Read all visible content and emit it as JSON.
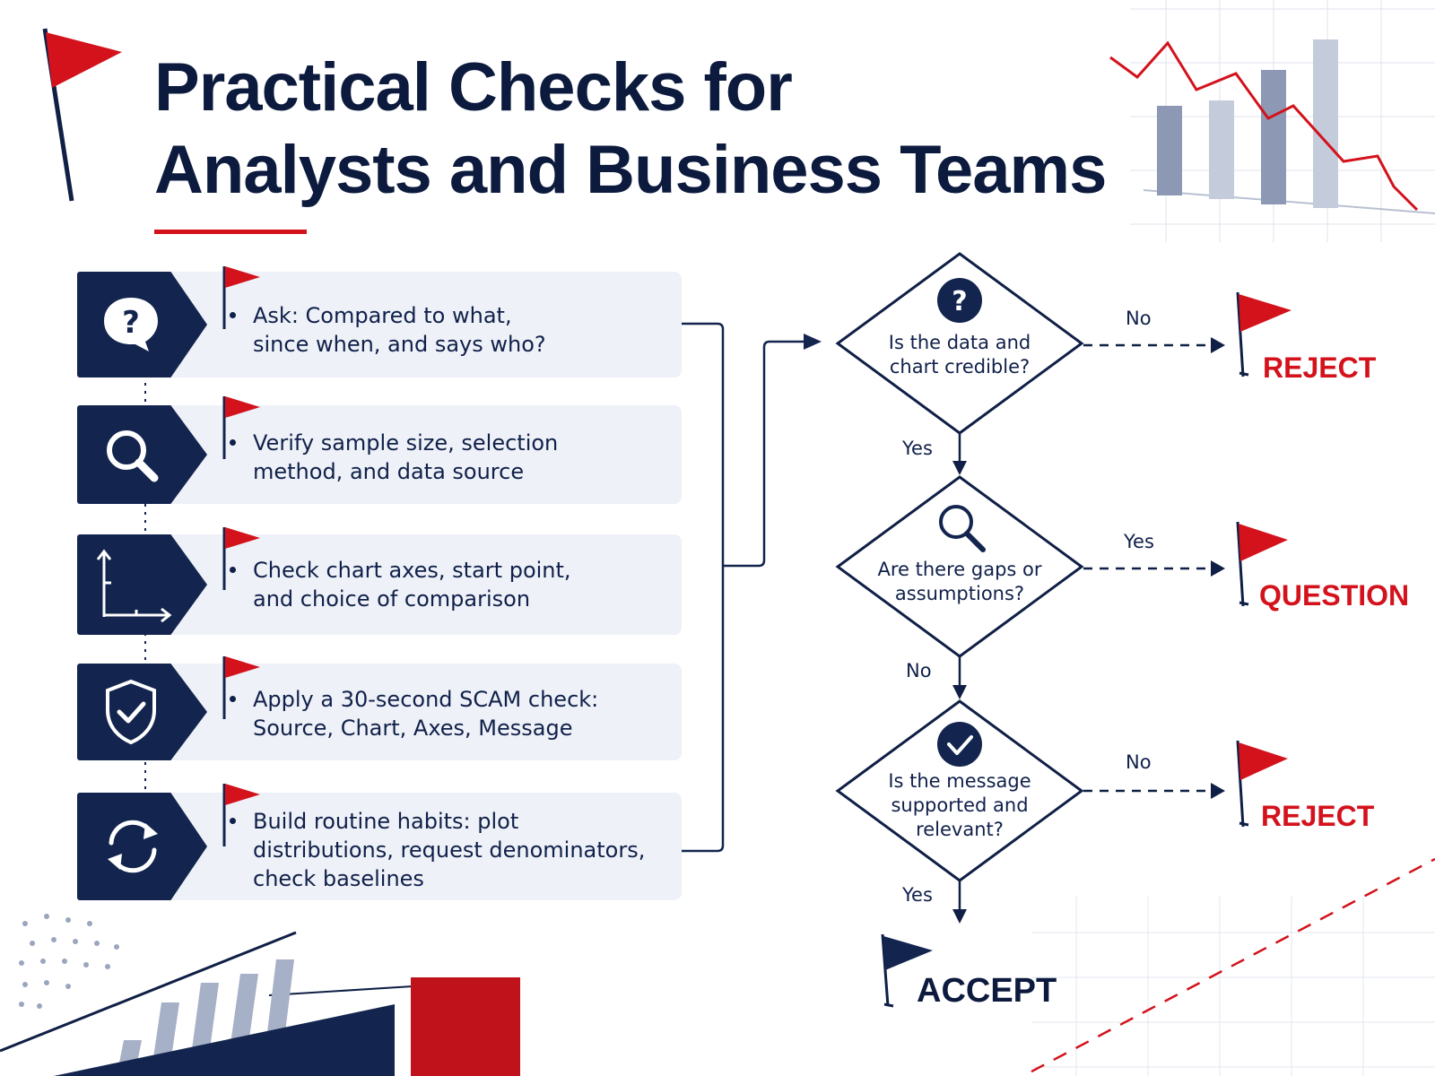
{
  "title": {
    "line1": "Practical Checks for",
    "line2": "Analysts and Business Teams"
  },
  "checks": [
    {
      "icon": "question-bubble-icon",
      "lines": [
        "Ask: Compared to what,",
        "since when, and says who?"
      ]
    },
    {
      "icon": "magnifier-icon",
      "lines": [
        "Verify sample size, selection",
        "method, and data source"
      ]
    },
    {
      "icon": "chart-axes-icon",
      "lines": [
        "Check chart axes, start point,",
        "and choice of comparison"
      ]
    },
    {
      "icon": "shield-check-icon",
      "lines": [
        "Apply a 30-second SCAM check:",
        "Source, Chart, Axes, Message"
      ]
    },
    {
      "icon": "refresh-cycle-icon",
      "lines": [
        "Build routine habits: plot",
        "distributions, request denominators,",
        "check baselines"
      ]
    }
  ],
  "flow": {
    "decisions": [
      {
        "icon": "question-circle-icon",
        "lines": [
          "Is the data and",
          "chart credible?"
        ],
        "side_label": "No",
        "down_label": "Yes",
        "outcome": "REJECT"
      },
      {
        "icon": "magnifier-icon",
        "lines": [
          "Are there gaps or",
          "assumptions?"
        ],
        "side_label": "Yes",
        "down_label": "No",
        "outcome": "QUESTION"
      },
      {
        "icon": "check-circle-icon",
        "lines": [
          "Is the message",
          "supported and",
          "relevant?"
        ],
        "side_label": "No",
        "down_label": "Yes",
        "outcome": "REJECT"
      }
    ],
    "final_outcome": "ACCEPT"
  },
  "colors": {
    "navy": "#13254f",
    "red": "#d3121c",
    "card": "#eef1f7",
    "grey_bar": "#b8c0d2"
  }
}
